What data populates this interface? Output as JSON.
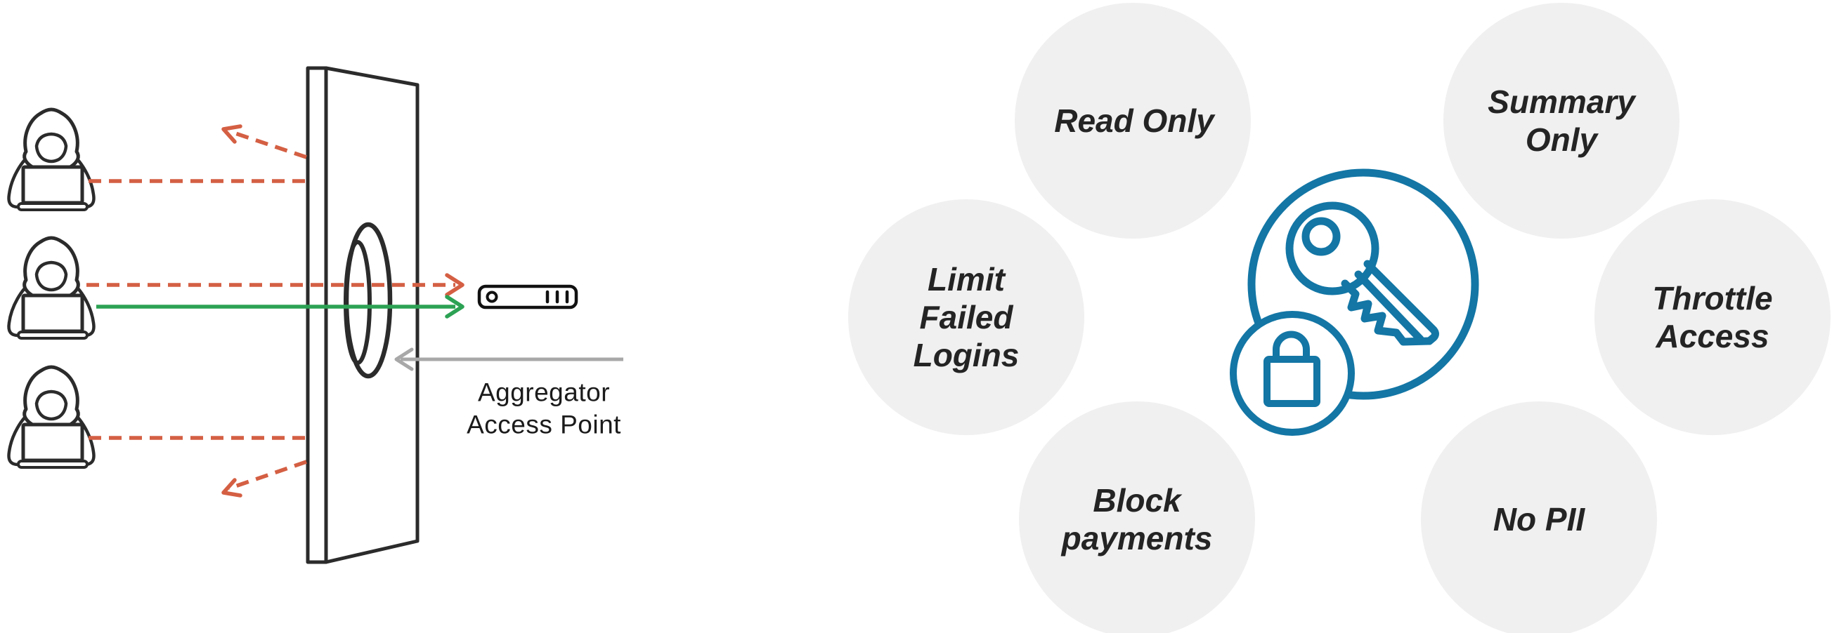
{
  "left_panel": {
    "aggregator_label": {
      "line1": "Aggregator",
      "line2": "Access Point"
    },
    "icons": {
      "attacker": "hacker-laptop-icon",
      "barrier": "firewall-barrier",
      "access_hole": "access-point-hole",
      "target": "server-icon"
    }
  },
  "right_panel": {
    "center_icon": "key-and-padlock-icon",
    "circles": [
      {
        "lines": [
          "Read Only"
        ]
      },
      {
        "lines": [
          "Summary",
          "Only"
        ]
      },
      {
        "lines": [
          "Limit",
          "Failed",
          "Logins"
        ]
      },
      {
        "lines": [
          "Throttle",
          "Access"
        ]
      },
      {
        "lines": [
          "Block",
          "payments"
        ]
      },
      {
        "lines": [
          "No PII"
        ]
      }
    ]
  },
  "colors": {
    "blocked_arrow": "#d45f43",
    "allowed_arrow": "#2ca254",
    "pointer_arrow": "#a8a8a8",
    "key_blue": "#1376a5",
    "bubble_fill": "#f0f0f0",
    "line_ink": "#2b2b2b",
    "label_text": "#242424"
  }
}
